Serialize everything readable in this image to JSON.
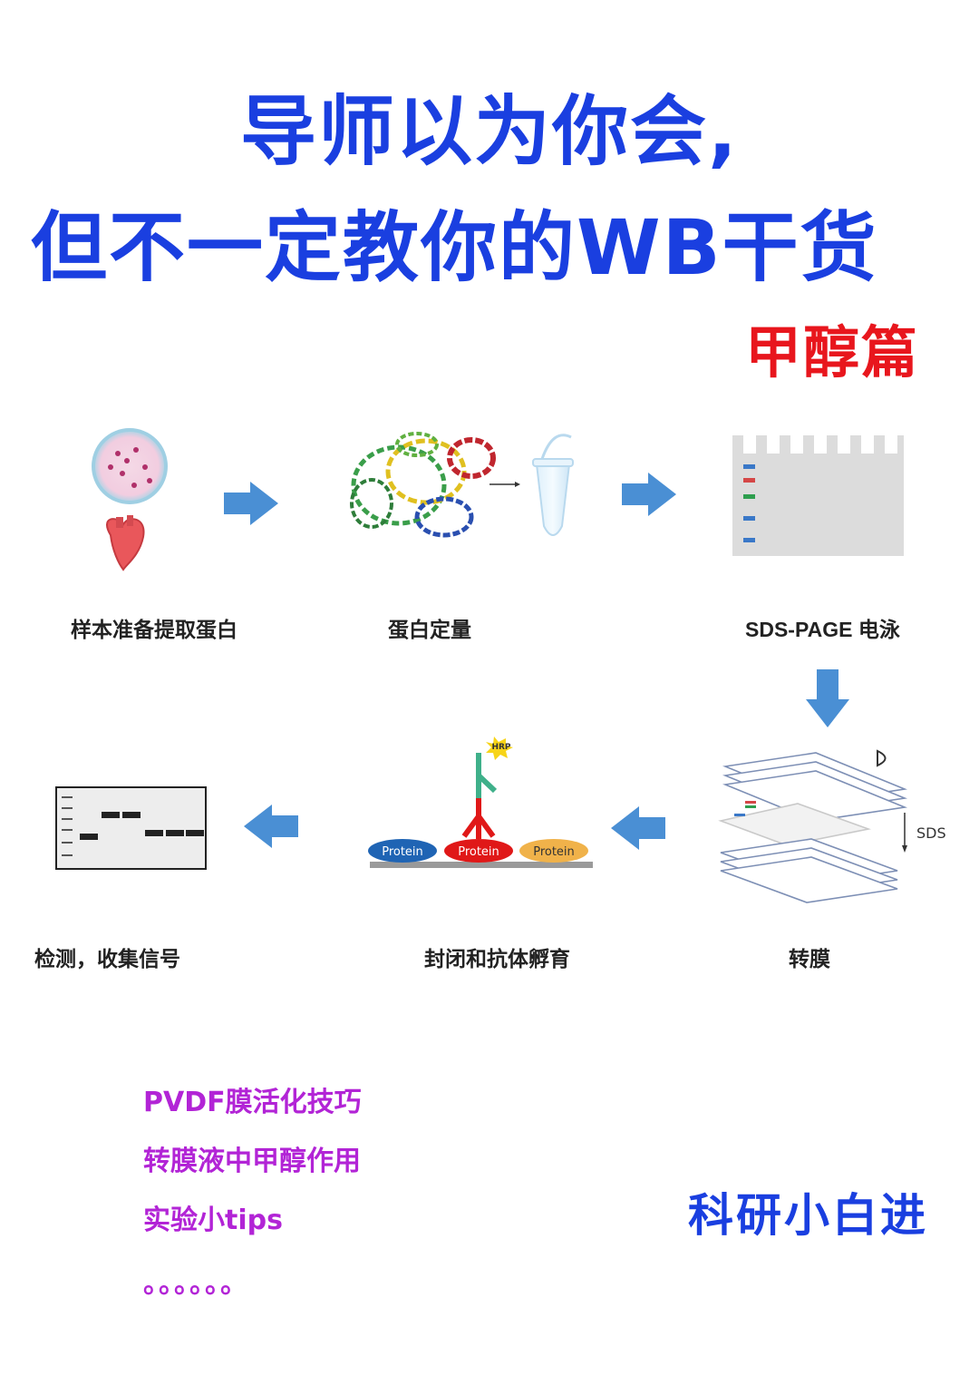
{
  "header": {
    "title_line1": "导师以为你会,",
    "title_line2": "但不一定教你的WB干货",
    "subtitle": "甲醇篇"
  },
  "steps": [
    {
      "label": "样本准备提取蛋白"
    },
    {
      "label": "蛋白定量"
    },
    {
      "label": "SDS-PAGE 电泳"
    },
    {
      "label": "转膜"
    },
    {
      "label": "封闭和抗体孵育"
    },
    {
      "label": "检测，收集信号"
    }
  ],
  "diagram_text": {
    "sds": "SDS",
    "hrp": "HRP",
    "protein": "Protein"
  },
  "tips": [
    "PVDF膜活化技巧",
    "转膜液中甲醇作用",
    "实验小tips",
    "。。。。。。"
  ],
  "brand": "科研小白进",
  "colors": {
    "title": "#1a3fe0",
    "subtitle": "#e8161d",
    "tips": "#b224d6",
    "arrow": "#4a8fd4"
  }
}
